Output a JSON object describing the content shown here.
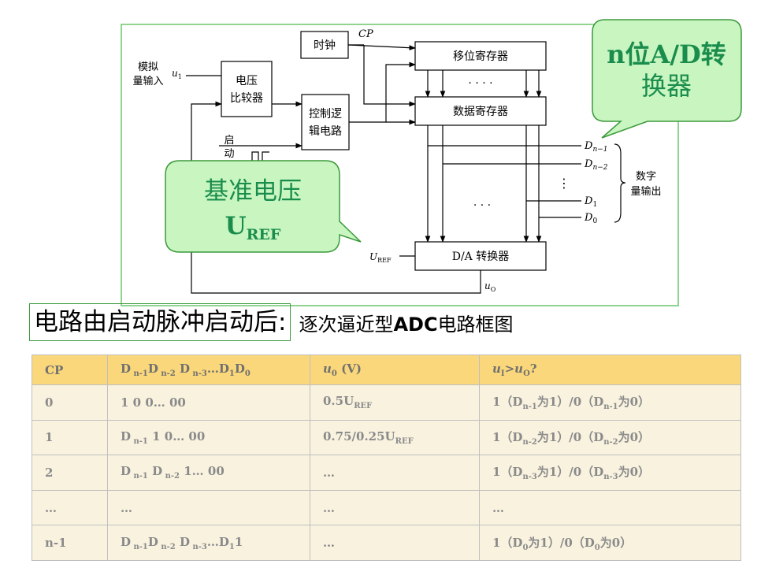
{
  "diagram": {
    "clock_label": "时钟",
    "cp_label": "CP",
    "shift_register_label": "移位寄存器",
    "data_register_label": "数据寄存器",
    "comparator_label": [
      "电压",
      "比较器"
    ],
    "control_logic_label": [
      "控制逻",
      "辑电路"
    ],
    "analog_input_label": [
      "模拟",
      "量输入"
    ],
    "u1_label": "u",
    "u1_sub": "1",
    "start_label": [
      "启",
      "动"
    ],
    "dots": "· · · ·",
    "dots2": "· · ·",
    "dac_label": "D/A 转换器",
    "uref_label": "U",
    "uref_sub": "REF",
    "uo_label": "u",
    "uo_sub": "O",
    "output_label": [
      "数字",
      "量输出"
    ],
    "outputs": [
      {
        "main": "D",
        "sub": "n−1"
      },
      {
        "main": "D",
        "sub": "n−2"
      },
      {
        "main": "D",
        "sub": "1"
      },
      {
        "main": "D",
        "sub": "0"
      }
    ],
    "vdots": "⋮"
  },
  "callouts": {
    "ad_title": [
      "n位A/D转",
      "换器"
    ],
    "ref_title": [
      "基准电压"
    ],
    "ref_main": "U",
    "ref_sub": "REF"
  },
  "caption": {
    "main": "电路由启动脉冲启动后:",
    "sub_before": "逐次逼近型",
    "sub_bold": "ADC",
    "sub_after": "电路框图"
  },
  "table": {
    "headers": [
      "CP",
      "D n-1D n-2 D n-3…D1D0",
      "u0 (V)",
      "uI>uO?"
    ],
    "rows": [
      [
        "0",
        "1 0 0… 00",
        "0.5UREF",
        "1（Dn-1为1）/0（Dn-1为0）"
      ],
      [
        "1",
        "D n-1 1 0… 00",
        "0.75/0.25UREF",
        "1（Dn-2为1）/0（Dn-2为0）"
      ],
      [
        "2",
        "D n-1 D n-2 1… 00",
        "…",
        "1（Dn-3为1）/0（Dn-3为0）"
      ],
      [
        "…",
        "…",
        "…",
        "…"
      ],
      [
        "n-1",
        "D n-1D n-2 D n-3…D11",
        "…",
        "1（D0为1）/0（D0为0）"
      ]
    ]
  },
  "colors": {
    "frame_green": "#6cc56c",
    "callout_fill": "#c8f5c0",
    "callout_stroke": "#3c9a3c",
    "callout_text": "#1a8d4d",
    "table_header": "#fad77a",
    "table_body": "#f8f2df"
  }
}
